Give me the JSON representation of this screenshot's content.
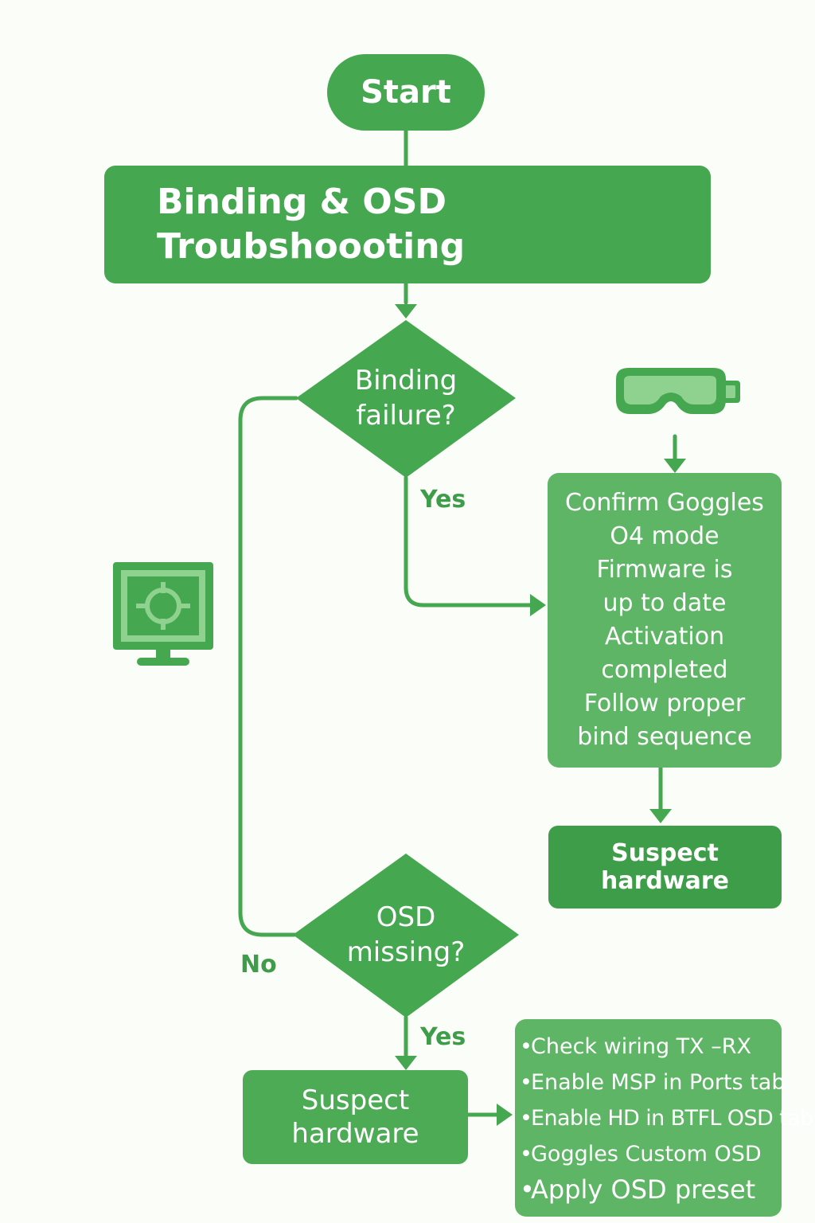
{
  "colors": {
    "primary": "#45a74f",
    "dark": "#3e9d48",
    "light": "#5eb565",
    "icon_light": "#8fd28f",
    "background": "#fbfdf8"
  },
  "nodes": {
    "start": "Start",
    "title": [
      "Binding & OSD",
      "Troubshoooting"
    ],
    "binding_decision": [
      "Binding",
      "failure?"
    ],
    "confirm_steps": [
      "Confirm Goggles",
      "O4 mode",
      "Firmware is",
      "up to date",
      "Activation",
      "completed",
      "Follow proper",
      "bind sequence"
    ],
    "suspect_hardware_top": "Suspect hardware",
    "osd_decision": [
      "OSD",
      "missing?"
    ],
    "suspect_hardware_bottom": [
      "Suspect",
      "hardware"
    ],
    "osd_checks": [
      "Check wiring TX –RX",
      "Enable MSP in Ports tab",
      "Enable HD in BTFL OSD tab",
      "Goggles Custom OSD",
      "Apply OSD preset"
    ],
    "bullet": "•"
  },
  "edge_labels": {
    "binding_yes": "Yes",
    "osd_yes": "Yes",
    "no": "No"
  },
  "icons": {
    "goggles": "goggles-icon",
    "monitor": "monitor-crosshair-icon"
  }
}
